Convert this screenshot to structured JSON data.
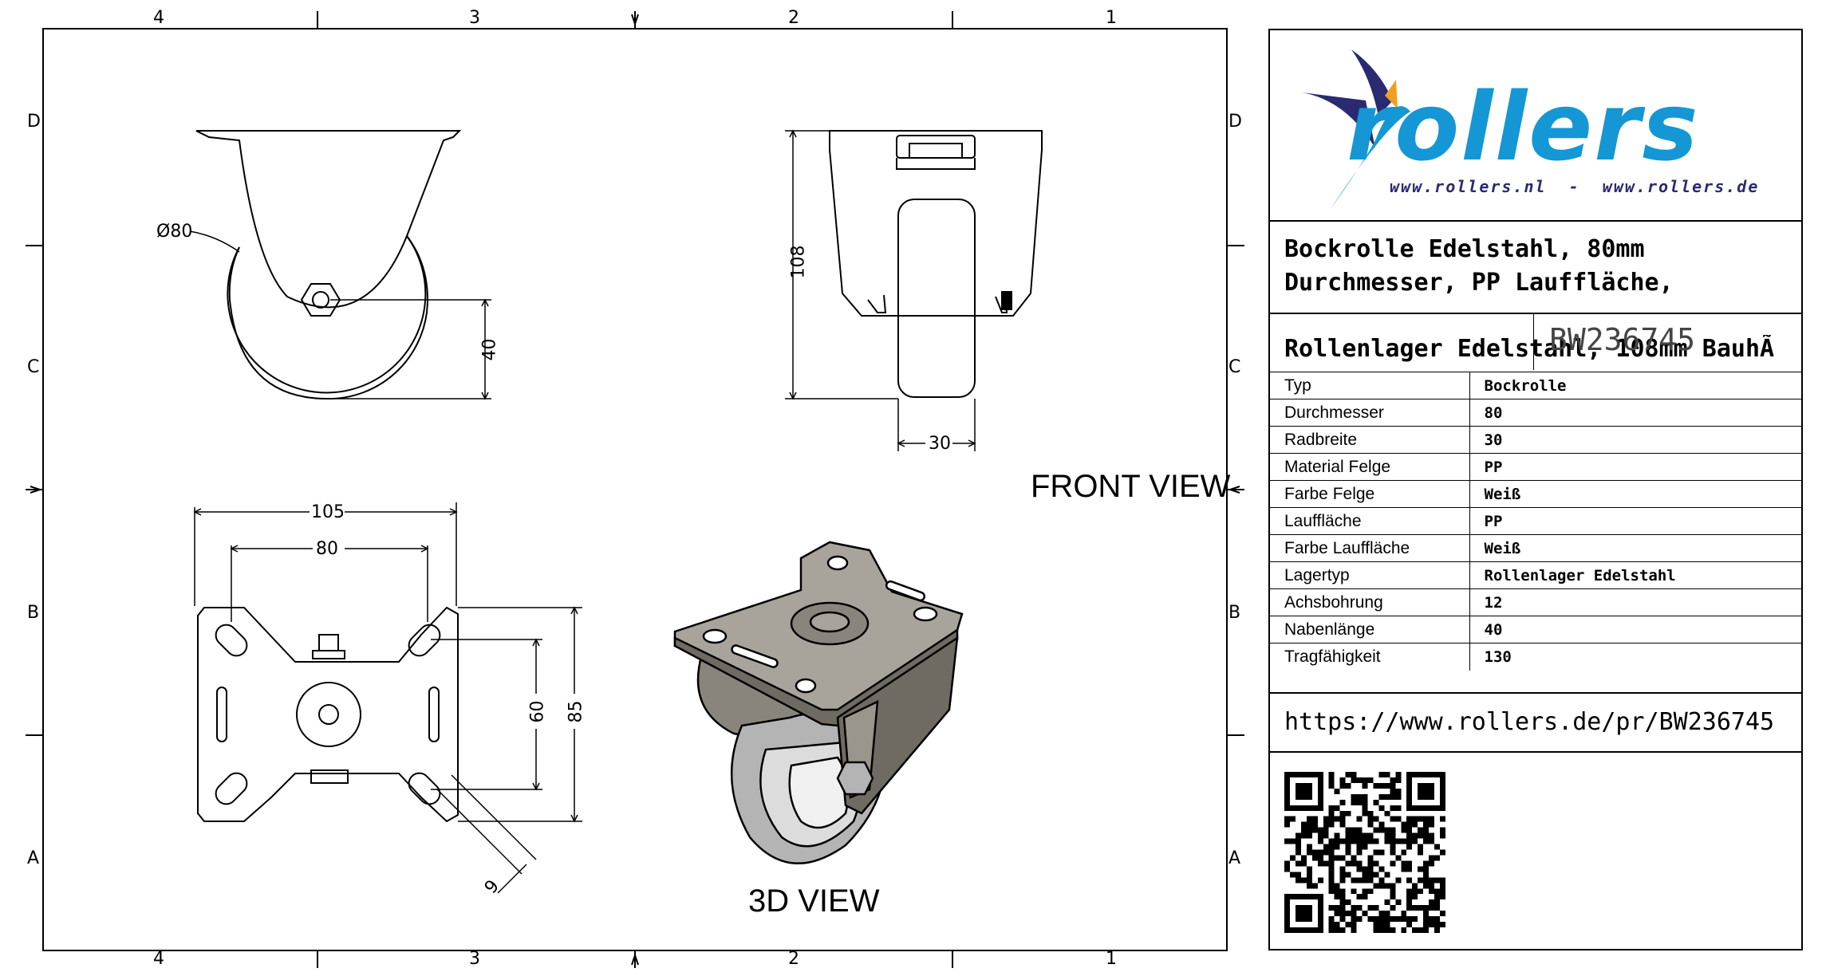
{
  "frame": {
    "column_labels": [
      "4",
      "3",
      "2",
      "1"
    ],
    "row_labels": [
      "D",
      "C",
      "B",
      "A"
    ]
  },
  "views": {
    "front_view_label": "FRONT VIEW",
    "view_3d_label": "3D VIEW"
  },
  "dimensions": {
    "diameter": "Ø80",
    "axle_height": "40",
    "total_height": "108",
    "wheel_width": "30",
    "plate_width": "105",
    "hole_spacing_x": "80",
    "hole_spacing_y": "60",
    "plate_depth": "85",
    "slot_width": "9"
  },
  "title_block": {
    "logo_text": "rollers",
    "logo_urls": "www.rollers.nl  -  www.rollers.de",
    "title_line1": "Bockrolle Edelstahl, 80mm",
    "title_line2": "Durchmesser, PP Lauffläche,",
    "title_line3": "Rollenlager Edelstahl, 108mm BauhÃ",
    "article_no": "BW236745",
    "specs": [
      {
        "key": "Typ",
        "value": "Bockrolle"
      },
      {
        "key": "Durchmesser",
        "value": "80"
      },
      {
        "key": "Radbreite",
        "value": "30"
      },
      {
        "key": "Material Felge",
        "value": "PP"
      },
      {
        "key": "Farbe Felge",
        "value": "Weiß"
      },
      {
        "key": "Lauffläche",
        "value": "PP"
      },
      {
        "key": "Farbe Lauffläche",
        "value": "Weiß"
      },
      {
        "key": "Lagertyp",
        "value": "Rollenlager Edelstahl"
      },
      {
        "key": "Achsbohrung",
        "value": "12"
      },
      {
        "key": "Nabenlänge",
        "value": "40"
      },
      {
        "key": "Tragfähigkeit",
        "value": "130"
      }
    ],
    "url": "https://www.rollers.de/pr/BW236745"
  },
  "colors": {
    "logo_blue": "#1497d4",
    "logo_navy": "#2a2a72",
    "logo_orange": "#f0a020",
    "metal_dark": "#7a756c",
    "metal_light": "#a8a49c",
    "wheel_light": "#d8d8d8"
  }
}
